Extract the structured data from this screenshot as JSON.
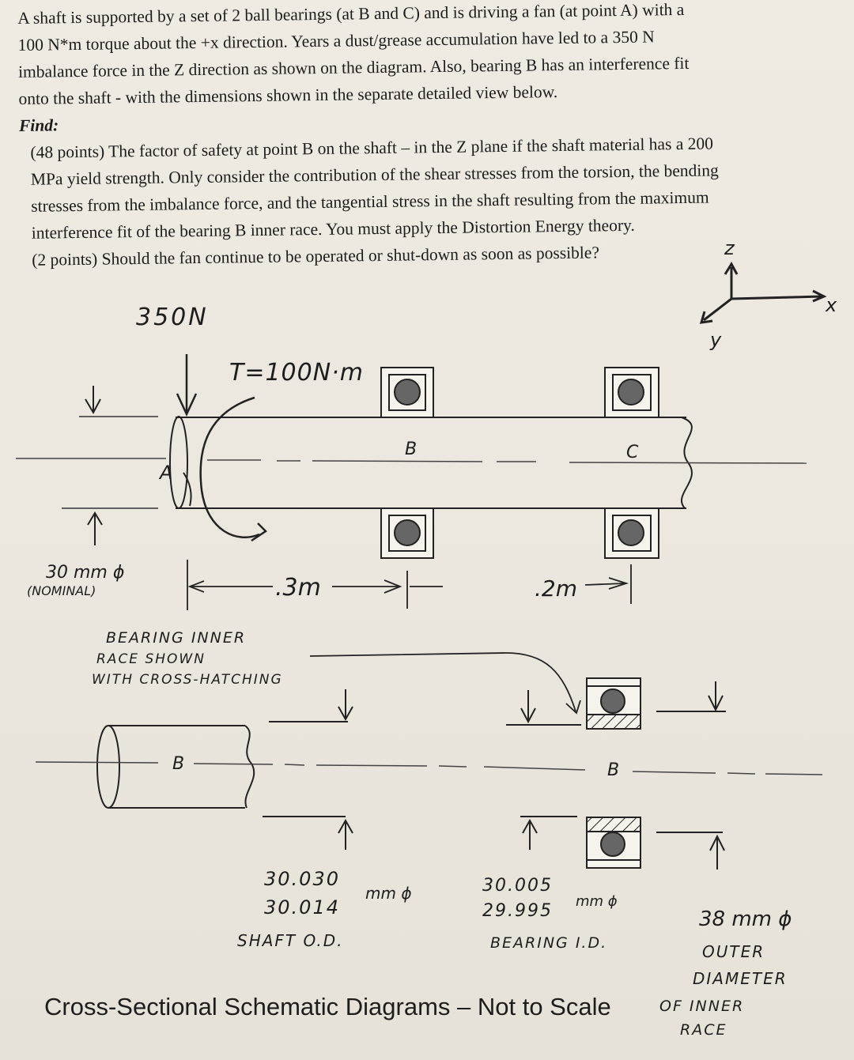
{
  "problem": {
    "intro_lines": [
      "A shaft is supported by a set of 2 ball bearings (at B and C) and is driving a fan (at point A) with a",
      "100 N*m torque about the +x direction.  Years a dust/grease accumulation have led to a 350 N",
      "imbalance force in the Z direction as shown on the diagram.  Also, bearing B has an interference fit",
      "onto the shaft -  with the dimensions shown in the separate detailed view below."
    ],
    "find_label": "Find:",
    "question_lines": [
      "(48 points) The factor of safety at point B on the shaft – in the Z plane if the shaft material has a 200",
      "MPa yield strength.  Only consider the contribution of the shear stresses from the torsion, the bending",
      "stresses from the imbalance force, and the tangential stress in the shaft resulting from the maximum",
      "interference fit of the bearing B inner race.  You must apply the Distortion Energy theory.",
      "(2 points) Should the fan continue to be operated or shut-down as soon as possible?"
    ]
  },
  "axes": {
    "z": "z",
    "x": "x",
    "y": "y"
  },
  "diagram_top": {
    "force": "350N",
    "torque": "T=100N·m",
    "point_a": "A",
    "point_b": "B",
    "point_c": "C",
    "diameter": "30 mm ϕ",
    "diameter_note": "(NOMINAL)",
    "dim_ab": ".3m",
    "dim_bc": ".2m"
  },
  "diagram_detail": {
    "note_lines": [
      "BEARING INNER",
      "RACE  SHOWN",
      "WITH CROSS-HATCHING"
    ],
    "shaft_label": "B",
    "bearing_label": "B",
    "shaft_dim_max": "30.030",
    "shaft_dim_min": "30.014",
    "shaft_unit": "mm ϕ",
    "shaft_caption": "SHAFT   O.D.",
    "bearing_dim_max": "30.005",
    "bearing_dim_min": "29.995",
    "bearing_unit": "mm ϕ",
    "bearing_caption": "BEARING I.D.",
    "outer_dim": "38 mm ϕ",
    "outer_caption_lines": [
      "OUTER",
      "DIAMETER",
      "OF   INNER",
      "RACE"
    ]
  },
  "caption": "Cross-Sectional Schematic Diagrams – Not to Scale"
}
